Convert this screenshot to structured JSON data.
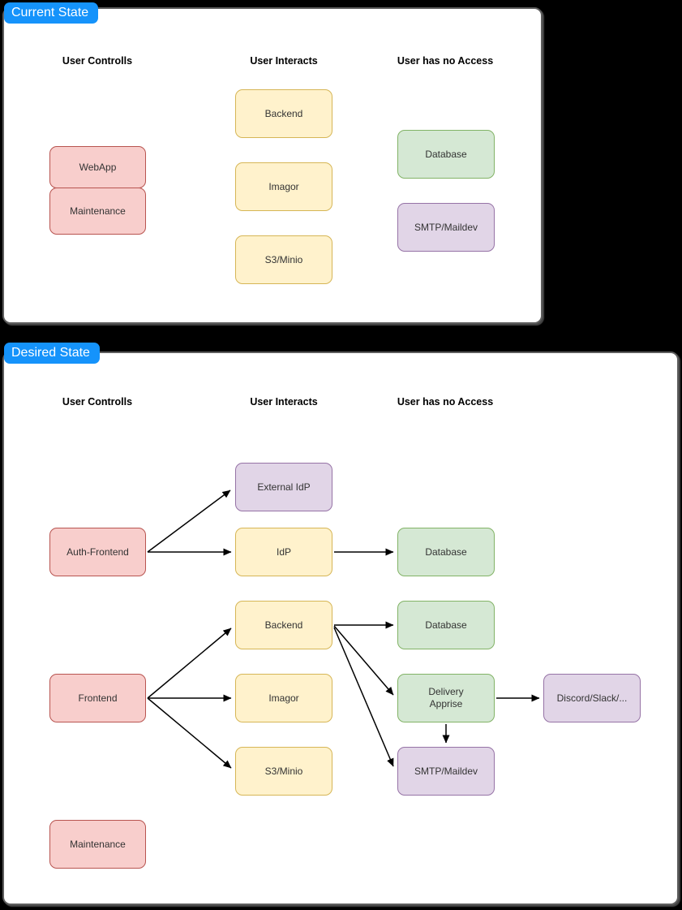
{
  "diagram": {
    "current": {
      "tab_label": "Current State",
      "columns": [
        "User Controlls",
        "User Interacts",
        "User has no Access"
      ],
      "nodes": {
        "webapp": "WebApp",
        "maintenance": "Maintenance",
        "backend": "Backend",
        "imagor": "Imagor",
        "s3_minio": "S3/Minio",
        "database": "Database",
        "smtp_maildev": "SMTP/Maildev"
      }
    },
    "desired": {
      "tab_label": "Desired State",
      "columns": [
        "User Controlls",
        "User Interacts",
        "User has no Access"
      ],
      "nodes": {
        "auth_frontend": "Auth-Frontend",
        "external_idp": "External IdP",
        "idp": "IdP",
        "database_idp": "Database",
        "backend": "Backend",
        "database_backend": "Database",
        "frontend": "Frontend",
        "imagor": "Imagor",
        "delivery_apprise": "Delivery\nApprise",
        "discord_slack": "Discord/Slack/...",
        "s3_minio": "S3/Minio",
        "smtp_maildev": "SMTP/Maildev",
        "maintenance": "Maintenance"
      },
      "edges": [
        {
          "from": "Auth-Frontend",
          "to": "External IdP"
        },
        {
          "from": "Auth-Frontend",
          "to": "IdP"
        },
        {
          "from": "IdP",
          "to": "Database"
        },
        {
          "from": "Frontend",
          "to": "Backend"
        },
        {
          "from": "Frontend",
          "to": "Imagor"
        },
        {
          "from": "Frontend",
          "to": "S3/Minio"
        },
        {
          "from": "Backend",
          "to": "Database"
        },
        {
          "from": "Backend",
          "to": "Delivery Apprise"
        },
        {
          "from": "Backend",
          "to": "SMTP/Maildev"
        },
        {
          "from": "Delivery Apprise",
          "to": "SMTP/Maildev"
        },
        {
          "from": "Delivery Apprise",
          "to": "Discord/Slack/..."
        }
      ]
    },
    "colors": {
      "tab_background": "#1593fb",
      "tab_text": "#ffffff",
      "red_fill": "#f8cecc",
      "red_stroke": "#b85450",
      "yellow_fill": "#fff2cc",
      "yellow_stroke": "#d6b656",
      "green_fill": "#d5e8d4",
      "green_stroke": "#82b366",
      "purple_fill": "#e1d5e7",
      "purple_stroke": "#9673a6",
      "panel_background": "#ffffff",
      "canvas_background": "#000000",
      "arrow_color": "#000000"
    }
  }
}
